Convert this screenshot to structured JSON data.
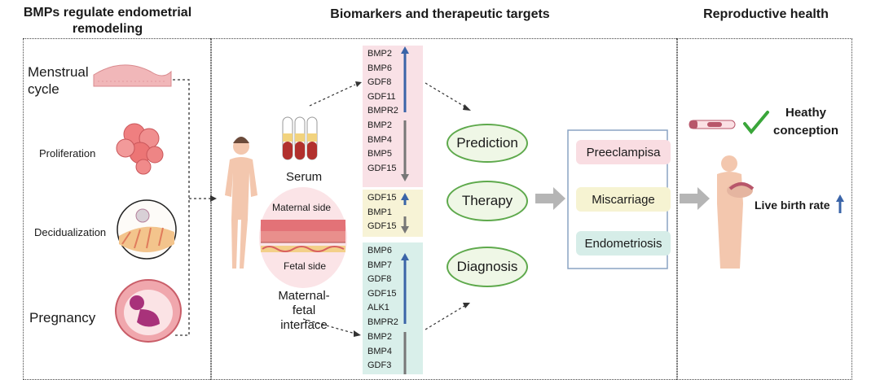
{
  "sections": {
    "left_title": "BMPs regulate endometrial remodeling",
    "middle_title": "Biomarkers and therapeutic targets",
    "right_title": "Reproductive health"
  },
  "left_panel": {
    "menstrual_cycle": "Menstrual cycle",
    "proliferation": "Proliferation",
    "decidualization": "Decidualization",
    "pregnancy": "Pregnancy"
  },
  "middle_panel": {
    "serum": "Serum",
    "maternal_side": "Maternal side",
    "fetal_side": "Fetal side",
    "maternal_fetal_interface": "Maternal-fetal interface"
  },
  "serum_markers_up": [
    "BMP2",
    "BMP6",
    "GDF8",
    "GDF11",
    "BMPR2"
  ],
  "serum_markers_down": [
    "BMP2",
    "BMP4",
    "BMP5",
    "GDF15"
  ],
  "maternal_markers_up": [
    "GDF15",
    "BMP1"
  ],
  "maternal_markers_down": [
    "GDF15"
  ],
  "interface_markers_up": [
    "BMP6",
    "BMP7",
    "GDF8",
    "GDF15",
    "ALK1",
    "BMPR2"
  ],
  "interface_markers_down": [
    "BMP2",
    "BMP4",
    "GDF3"
  ],
  "applications": {
    "prediction": "Prediction",
    "therapy": "Therapy",
    "diagnosis": "Diagnosis"
  },
  "conditions": {
    "preeclampsia": "Preeclampisa",
    "miscarriage": "Miscarriage",
    "endometriosis": "Endometriosis"
  },
  "outcomes": {
    "healthy_conception": "Heathy conception",
    "live_birth_rate": "Live birth rate"
  },
  "colors": {
    "up_arrow": "#3a64a8",
    "down_arrow": "#777777",
    "serum_box": "#f9e1e6",
    "maternal_box": "#f7f3d6",
    "interface_box": "#d9efea",
    "oval_border": "#5ea94c",
    "check_mark": "#3aa63a",
    "preeclampsia_pill": "#f9dde2",
    "miscarriage_pill": "#f6f3d2",
    "endometriosis_pill": "#d6ede8"
  }
}
